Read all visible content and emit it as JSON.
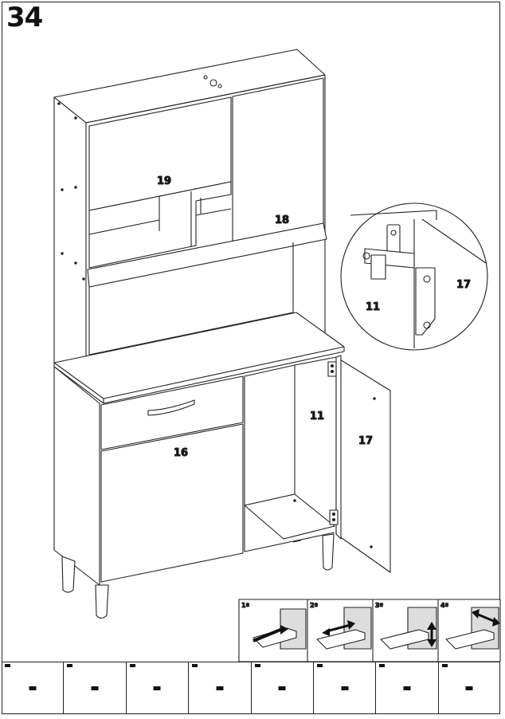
{
  "step": {
    "number": "34"
  },
  "labels": {
    "upper_door_left": "19",
    "upper_door_right": "18",
    "drawer": "16",
    "hinge_main": "11",
    "door_main": "17",
    "zoom_hinge": "11",
    "zoom_door": "17"
  },
  "adjust_steps": [
    "1º",
    "2º",
    "3º",
    "4º"
  ],
  "parts": [
    {
      "qty": "-",
      "mark": "-"
    },
    {
      "qty": "-",
      "mark": "-"
    },
    {
      "qty": "-",
      "mark": "-"
    },
    {
      "qty": "-",
      "mark": "-"
    },
    {
      "qty": "-",
      "mark": "-"
    },
    {
      "qty": "-",
      "mark": "-"
    },
    {
      "qty": "-",
      "mark": "-"
    },
    {
      "qty": "-",
      "mark": "-"
    }
  ]
}
